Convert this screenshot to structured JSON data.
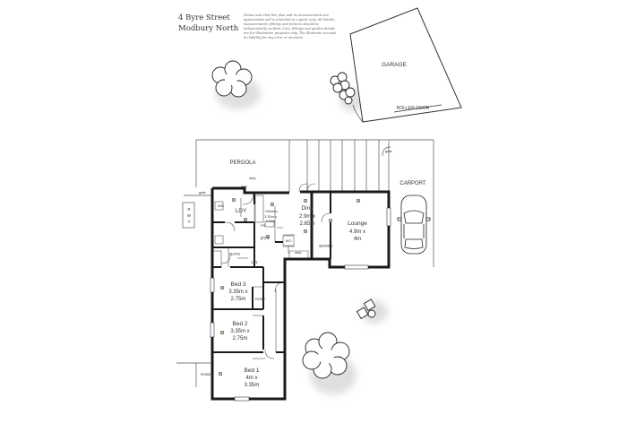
{
  "header": {
    "address_line1": "4 Byre Street",
    "address_line2": "Modbury North",
    "disclaimer": "Please note that this plan and its measurements are approximate and is intended as a guide only. All details, measurements, fittings and fixtures should be independently verified. Cars, fittings and garden details are for illustration purposes only. The illustrator accepts no liability for any error or omission."
  },
  "labels": {
    "garage": "GARAGE",
    "roller_door": "ROLLER DOOR",
    "pergola": "PERGOLA",
    "carport": "CARPORT",
    "gate_left": "gate",
    "gate_right": "gate",
    "step_top": "step",
    "step_entry": "step",
    "entry": "ENTRY",
    "ldy": "LDY",
    "wm": "WM",
    "kitchen_name": "Kitchen",
    "kitchen_dim1": "3.30m x",
    "kitchen_dim2": "3.30m",
    "fr": "FR",
    "pty": "PTY",
    "wo": "WO",
    "bath": "BATH",
    "lin": "LIN",
    "robe_bed3": "ROBE",
    "robe_bed1": "ROBE",
    "rwt": [
      "R",
      "W",
      "T"
    ],
    "dine_name": "Dine",
    "dine_dim1": "2.9m x",
    "dine_dim2": "2.65m",
    "lounge_name": "Lounge",
    "lounge_dim1": "4.9m x",
    "lounge_dim2": "4m",
    "bed3_name": "Bed 3",
    "bed3_dim1": "3.35m x",
    "bed3_dim2": "2.75m",
    "bed2_name": "Bed 2",
    "bed2_dim1": "3.35m x",
    "bed2_dim2": "2.75m",
    "bed1_name": "Bed 1",
    "bed1_dim1": "4m x",
    "bed1_dim2": "3.35m"
  },
  "icons": {
    "trees": [
      "tree-icon",
      "shrub-icon",
      "tree-icon",
      "shrub-icon"
    ],
    "car": "car-icon",
    "light_marker": "light-marker-icon"
  },
  "colors": {
    "wall": "#1a1a1a",
    "line": "#555555",
    "marker": "#9bbf84",
    "shadow": "#e4e4e4"
  }
}
